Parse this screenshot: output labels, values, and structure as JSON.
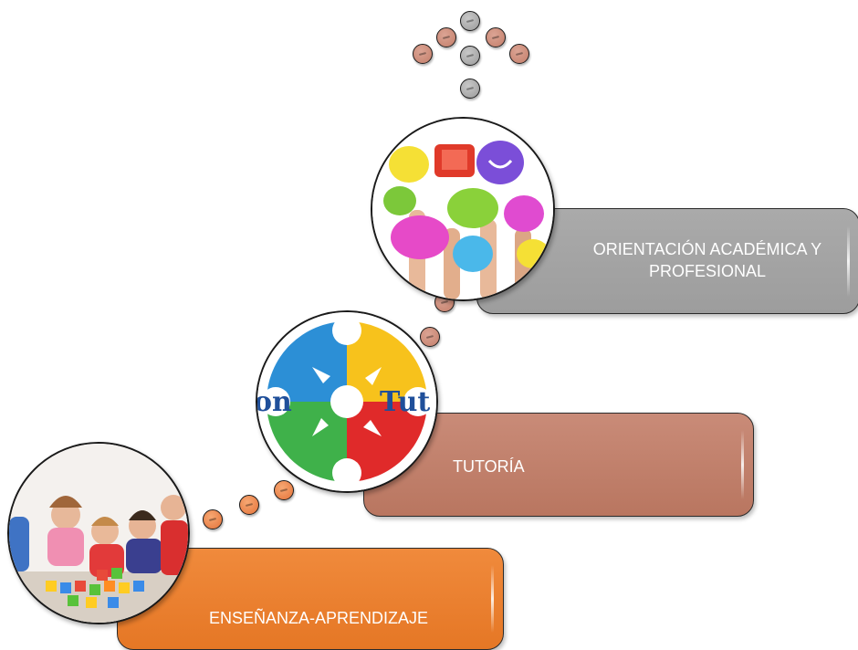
{
  "steps": [
    {
      "label": "ENSEÑANZA-APRENDIZAJE",
      "color": "#e57725"
    },
    {
      "label": "TUTORÍA",
      "color": "#b97660"
    },
    {
      "label": "ORIENTACIÓN ACADÉMICA Y PROFESIONAL",
      "color": "#9d9d9d"
    }
  ],
  "images": {
    "tutoria_text_left": "on",
    "tutoria_text_right": "Tut"
  }
}
